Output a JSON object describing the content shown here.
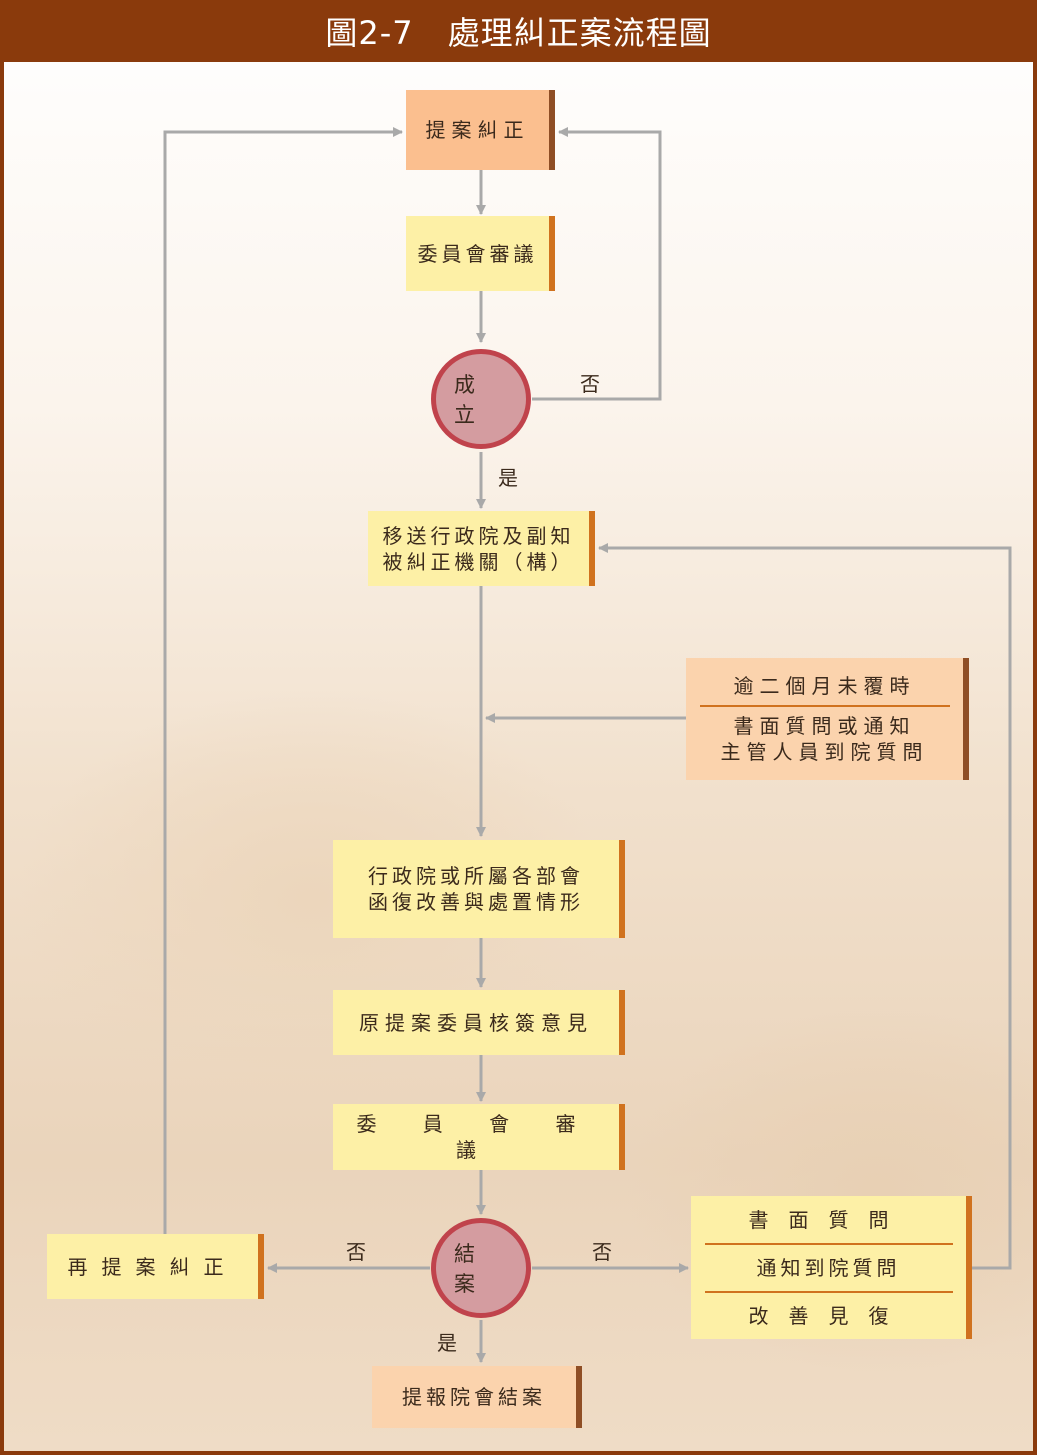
{
  "header": {
    "figure_number": "圖2-7",
    "title": "處理糾正案流程圖"
  },
  "nodes": {
    "propose": "提案糾正",
    "committee_review_1": "委員會審議",
    "established": "成 立",
    "transfer_line1": "移送行政院及副知",
    "transfer_line2": "被糾正機關（構）",
    "overdue_top": "逾二個月未覆時",
    "overdue_line1": "書面質問或通知",
    "overdue_line2": "主管人員到院質問",
    "exec_reply_line1": "行政院或所屬各部會",
    "exec_reply_line2": "函復改善與處置情形",
    "original_review": "原提案委員核簽意見",
    "committee_review_2": "委 員 會 審 議",
    "close_case": "結 案",
    "re_propose": "再提案糾正",
    "inquiry_1": "書面質問",
    "inquiry_2": "通知到院質問",
    "inquiry_3": "改善見復",
    "report_close": "提報院會結案"
  },
  "labels": {
    "yes_1": "是",
    "no_1": "否",
    "no_left": "否",
    "no_right": "否",
    "yes_2": "是"
  }
}
